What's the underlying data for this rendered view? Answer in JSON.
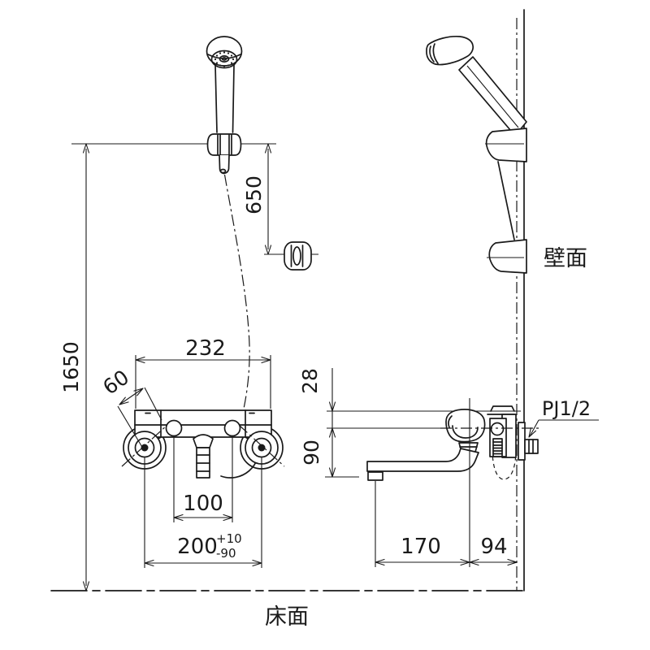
{
  "labels": {
    "wall": "壁面",
    "floor": "床面",
    "pipe_joint": "PJ1/2"
  },
  "dimensions": {
    "total_height": "1650",
    "hanger_offset": "650",
    "body_width": "232",
    "valve_diameter": "60",
    "pipe_pitch": "100",
    "mount_pitch": "200",
    "mount_tol_plus": "+10",
    "mount_tol_minus": "-90",
    "top_clearance": "28",
    "spout_drop": "90",
    "spout_reach": "170",
    "wall_clearance": "94"
  }
}
